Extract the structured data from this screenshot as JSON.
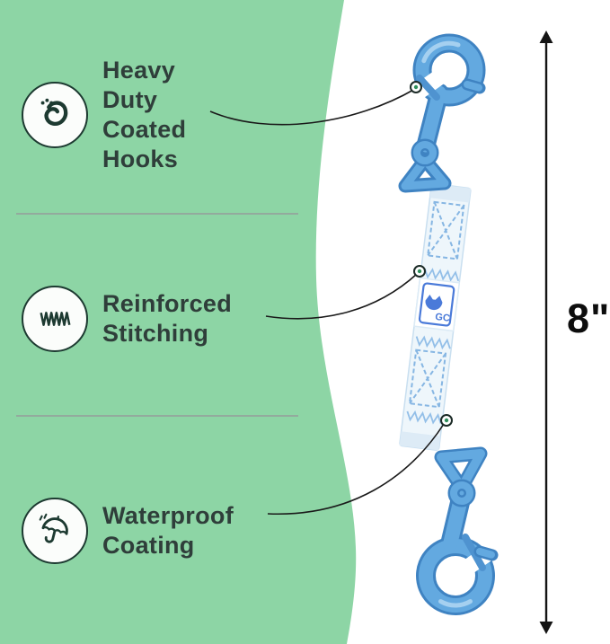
{
  "page": {
    "background": "#ffffff"
  },
  "colors": {
    "accent_green": "#8dd5a5",
    "hook_blue": "#63a9e0",
    "text_dark": "#2f3e3a",
    "logo_blue": "#4a7ad9"
  },
  "features": [
    {
      "icon": "hook-icon",
      "label": "Heavy Duty Coated Hooks"
    },
    {
      "icon": "stitching-icon",
      "label": "Reinforced Stitching"
    },
    {
      "icon": "umbrella-icon",
      "label": "Waterproof Coating"
    }
  ],
  "measurement": {
    "label": "8\""
  },
  "product": {
    "logo_text": "GC"
  }
}
